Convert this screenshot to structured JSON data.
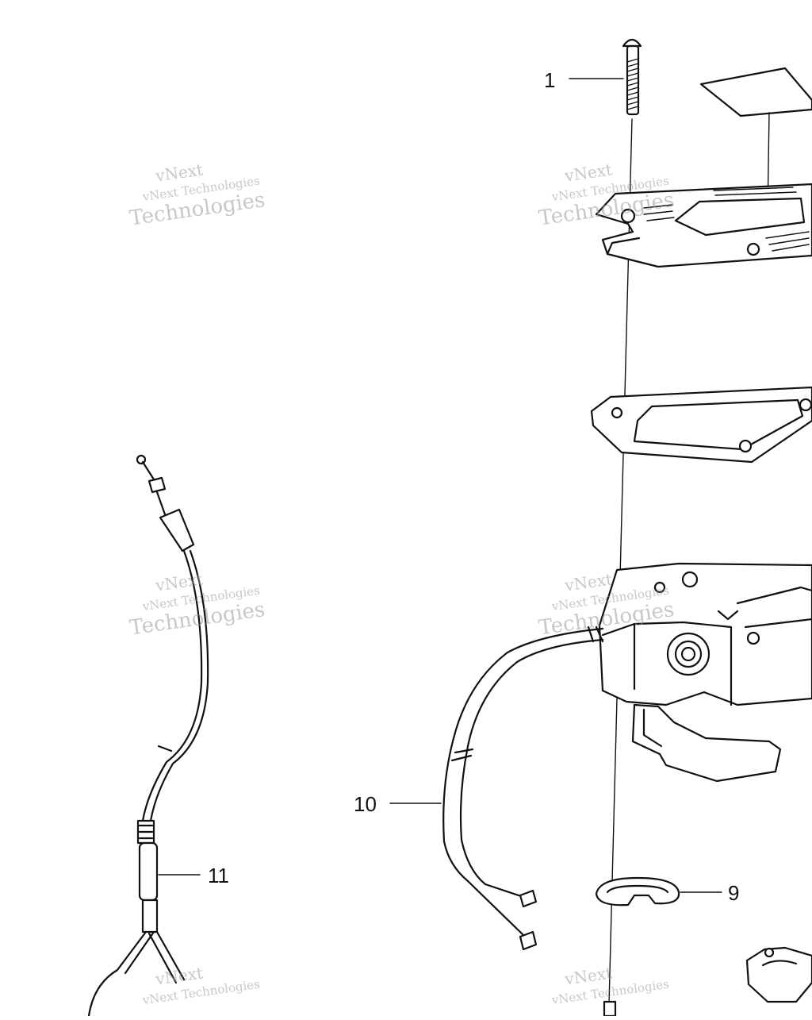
{
  "callouts": [
    {
      "id": "1",
      "text": "1"
    },
    {
      "id": "9",
      "text": "9"
    },
    {
      "id": "10",
      "text": "10"
    },
    {
      "id": "11",
      "text": "11"
    }
  ],
  "watermark": {
    "line1": "vNext",
    "line2": "vNext Technologies",
    "line3": "Technologies"
  }
}
